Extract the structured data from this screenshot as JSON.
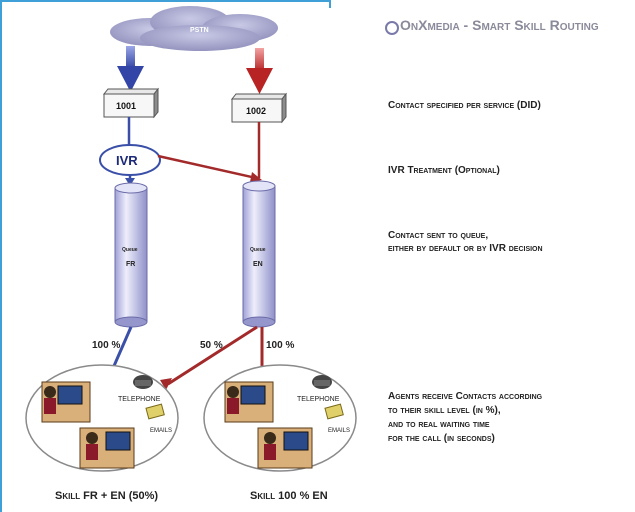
{
  "title": "OnXmedia - Smart Skill Routing",
  "cloud_label": "PSTN",
  "did_boxes": [
    "1001",
    "1002"
  ],
  "ivr_label": "IVR",
  "queues": [
    {
      "label": "Queue",
      "lang": "FR"
    },
    {
      "label": "Queue",
      "lang": "EN"
    }
  ],
  "steps": {
    "contact": "Contact specified per service (DID)",
    "ivr": "IVR Treatment (Optional)",
    "queue_line1": "Contact sent to queue,",
    "queue_line2": "either by default or by IVR decision",
    "agents_line1": "Agents receive Contacts according",
    "agents_line2": "to their skill level (in %),",
    "agents_line3": "and to real waiting time",
    "agents_line4": "for the call (in seconds)"
  },
  "percentages": {
    "fr_queue": "100 %",
    "en_queue_left": "50 %",
    "en_queue_right": "100 %"
  },
  "groups": [
    {
      "telephone": "TELEPHONE",
      "emails": "EMAILS",
      "caption": "Skill FR + EN (50%)"
    },
    {
      "telephone": "TELEPHONE",
      "emails": "EMAILS",
      "caption": "Skill 100 % EN"
    }
  ],
  "colors": {
    "fr_arrow": "#3a4fa8",
    "en_arrow": "#a32a2a",
    "cylinder": "#c9c9ea"
  }
}
